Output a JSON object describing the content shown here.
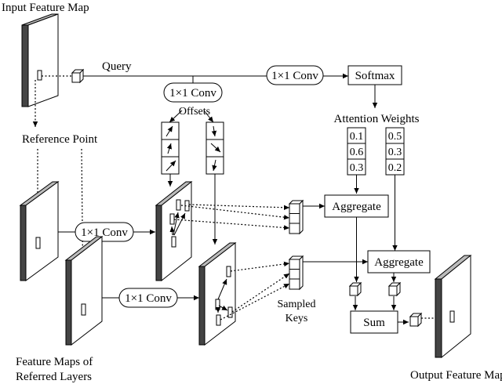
{
  "labels": {
    "input_feature_map": "Input Feature Map",
    "query": "Query",
    "conv_1x1": "1×1 Conv",
    "softmax": "Softmax",
    "offsets": "Offsets",
    "attention_weights": "Attention Weights",
    "reference_point": "Reference Point",
    "aggregate": "Aggregate",
    "sampled": "Sampled",
    "keys": "Keys",
    "sum": "Sum",
    "feature_maps_line1": "Feature Maps of",
    "feature_maps_line2": "Referred Layers",
    "output_feature_map": "Output Feature Map"
  },
  "weights": {
    "group1": [
      "0.1",
      "0.6",
      "0.3"
    ],
    "group2": [
      "0.5",
      "0.3",
      "0.2"
    ]
  }
}
